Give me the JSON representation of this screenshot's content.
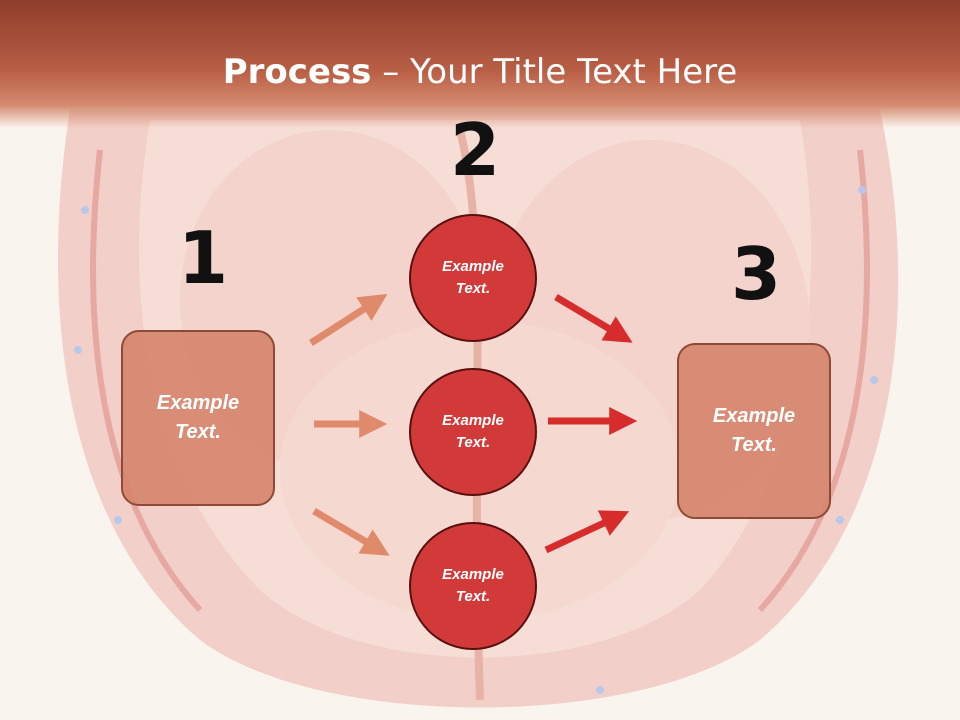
{
  "slide": {
    "title_bold": "Process",
    "title_rest": " – Your Title Text Here"
  },
  "steps": {
    "one": {
      "number": "1",
      "label": "Example\nText."
    },
    "two": {
      "number": "2",
      "circles": [
        {
          "label": "Example\nText."
        },
        {
          "label": "Example\nText."
        },
        {
          "label": "Example\nText."
        }
      ]
    },
    "three": {
      "number": "3",
      "label": "Example\nText."
    }
  },
  "colors": {
    "header": "#a8503b",
    "box_fill": "#d6846c",
    "circle_fill": "#d23a3a",
    "arrow_light": "#e08a6c",
    "arrow_dark": "#d62c2c"
  }
}
